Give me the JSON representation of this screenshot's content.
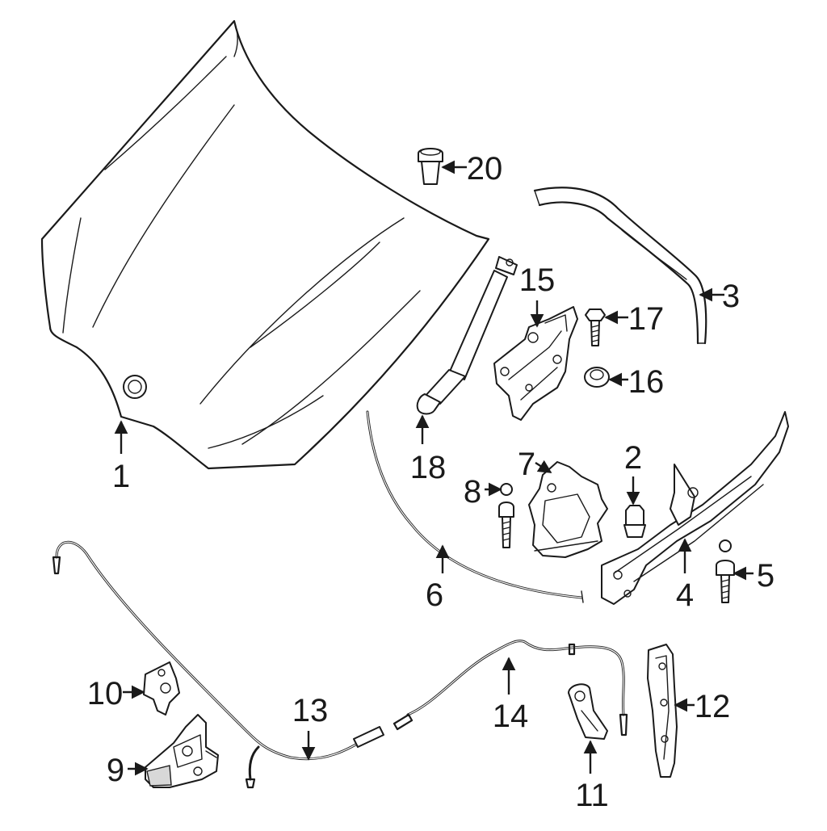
{
  "callouts": [
    {
      "id": "1",
      "label": "1"
    },
    {
      "id": "2",
      "label": "2"
    },
    {
      "id": "3",
      "label": "3"
    },
    {
      "id": "4",
      "label": "4"
    },
    {
      "id": "5",
      "label": "5"
    },
    {
      "id": "6",
      "label": "6"
    },
    {
      "id": "7",
      "label": "7"
    },
    {
      "id": "8",
      "label": "8"
    },
    {
      "id": "9",
      "label": "9"
    },
    {
      "id": "10",
      "label": "10"
    },
    {
      "id": "11",
      "label": "11"
    },
    {
      "id": "12",
      "label": "12"
    },
    {
      "id": "13",
      "label": "13"
    },
    {
      "id": "14",
      "label": "14"
    },
    {
      "id": "15",
      "label": "15"
    },
    {
      "id": "16",
      "label": "16"
    },
    {
      "id": "17",
      "label": "17"
    },
    {
      "id": "18",
      "label": "18"
    },
    {
      "id": "20",
      "label": "20"
    }
  ],
  "colors": {
    "line": "#1a1a1a",
    "background": "#ffffff",
    "shade": "#d8d8d8"
  }
}
